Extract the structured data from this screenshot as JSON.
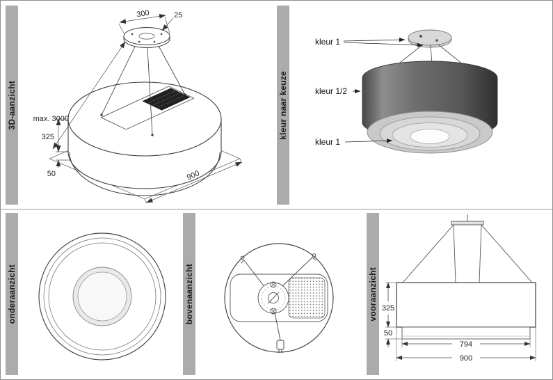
{
  "sheet": {
    "panels": {
      "view3d": {
        "label": "3D-aanzicht",
        "dims": {
          "plate_width": "300",
          "plate_offset": "25",
          "suspension_height": "max. 3000",
          "body_height": "325",
          "rim_height": "50",
          "diameter": "900"
        }
      },
      "color_choice": {
        "label": "kleur naar keuze",
        "callouts": {
          "canopy": "kleur 1",
          "body": "kleur 1/2",
          "bottom_ring": "kleur 1"
        }
      },
      "bottom_view": {
        "label": "onderaanzicht"
      },
      "top_view": {
        "label": "bovenaanzicht"
      },
      "front_view": {
        "label": "vooraanzicht",
        "dims": {
          "body_height": "325",
          "rim_height": "50",
          "inner_width": "794",
          "outer_width": "900"
        }
      }
    },
    "colors": {
      "label_bar": "#ababab",
      "line": "#3d3d3d",
      "drum_dark": "#5f5f5f",
      "ring_light": "#c9c9c9"
    }
  }
}
